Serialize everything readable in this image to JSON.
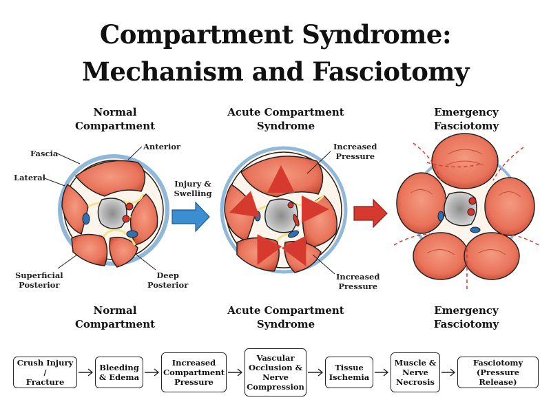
{
  "title": {
    "line1": "Compartment Syndrome:",
    "line2": "Mechanism and Fasciotomy"
  },
  "panels": [
    {
      "heading": [
        "Normal",
        "Compartment"
      ],
      "caption": [
        "Normal",
        "Compartment"
      ],
      "labels": {
        "fascia": "Fascia",
        "anterior": "Anterior",
        "lateral": "Lateral",
        "superficial_posterior": [
          "Superficial",
          "Posterior"
        ],
        "deep_posterior": [
          "Deep",
          "Posterior"
        ]
      }
    },
    {
      "heading": [
        "Acute Compartment",
        "Syndrome"
      ],
      "caption": [
        "Acute Compartment",
        "Syndrome"
      ],
      "labels": {
        "increased_pressure_top": [
          "Increased",
          "Pressure"
        ],
        "increased_pressure_bottom": [
          "Increased",
          "Pressure"
        ]
      }
    },
    {
      "heading": [
        "Emergency",
        "Fasciotomy"
      ],
      "caption": [
        "Emergency",
        "Fasciotomy"
      ]
    }
  ],
  "transition_label": [
    "Injury &",
    "Swelling"
  ],
  "flow": [
    [
      "Crush Injury /",
      "Fracture"
    ],
    [
      "Bleeding",
      "& Edema"
    ],
    [
      "Increased",
      "Compartment",
      "Pressure"
    ],
    [
      "Vascular",
      "Occlusion &",
      "Nerve",
      "Compression"
    ],
    [
      "Tissue",
      "Ischemia"
    ],
    [
      "Muscle &",
      "Nerve",
      "Necrosis"
    ],
    [
      "Fasciotomy",
      "(Pressure Release)"
    ]
  ],
  "colors": {
    "muscle": "#e8735a",
    "muscle_dark": "#c94a33",
    "fascia_ring": "#8fb8d9",
    "nerve": "#f2e38a",
    "bone": "#b8b8b8",
    "artery": "#d9322b",
    "vein": "#2f6fb4",
    "arrow_blue": "#3b8fd1",
    "arrow_red": "#d63a2f"
  }
}
